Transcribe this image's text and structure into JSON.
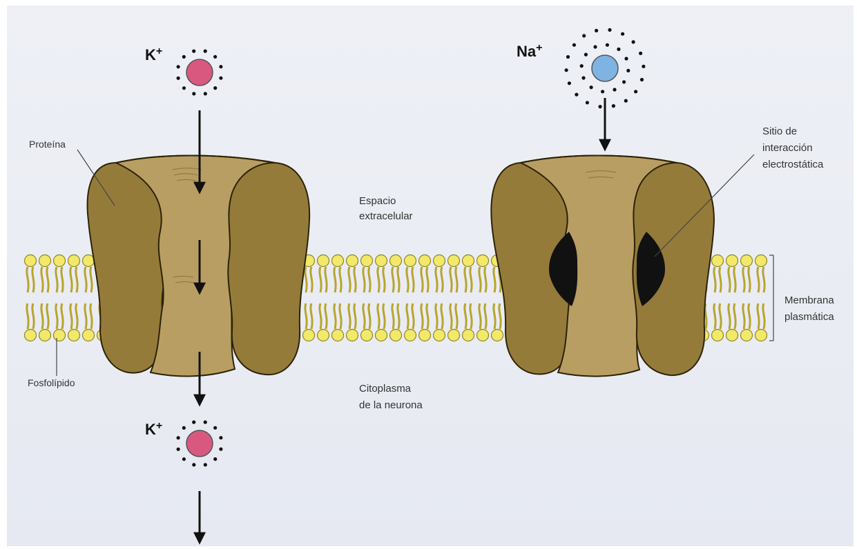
{
  "labels": {
    "k_ion_top": "K+",
    "k_ion_bottom": "K+",
    "na_ion": "Na+",
    "protein": "Proteína",
    "phospholipid": "Fosfolípido",
    "extracellular_line1": "Espacio",
    "extracellular_line2": "extracelular",
    "cytoplasm_line1": "Citoplasma",
    "cytoplasm_line2": "de la neurona",
    "site_line1": "Sitio de",
    "site_line2": "interacción",
    "site_line3": "electrostática",
    "membrane_line1": "Membrana",
    "membrane_line2": "plasmática"
  },
  "colors": {
    "background": "#ffffff",
    "paper": "#eceef4",
    "membrane_head": "#f2e86a",
    "membrane_tail": "#d8c83a",
    "protein_outer": "#957b3a",
    "protein_inner": "#b89e62",
    "potassium_ion": "#d9587f",
    "sodium_ion": "#7fb3e3",
    "binding_site": "#111111",
    "arrow": "#111111"
  },
  "icons": {
    "potassium": "pink-circle-with-charge-dots",
    "sodium": "blue-circle-with-charge-dots"
  }
}
